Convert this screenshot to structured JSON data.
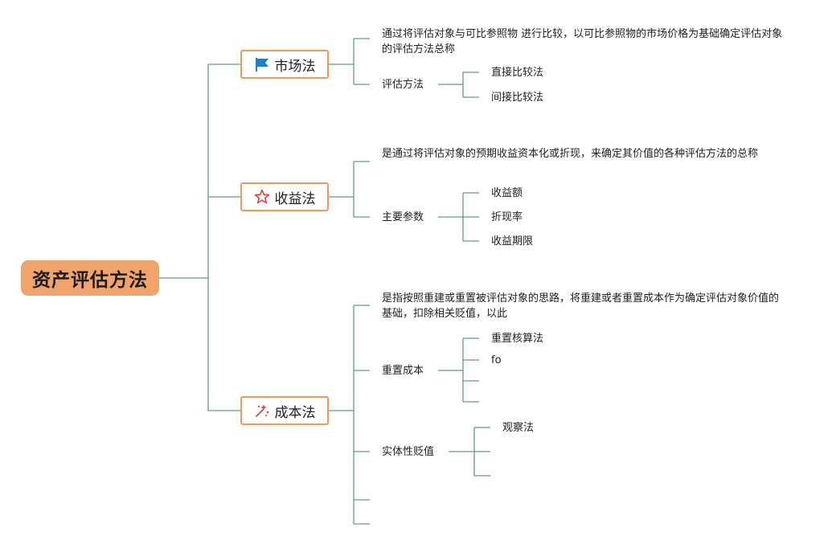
{
  "root": {
    "label": "资产评估方法"
  },
  "branches": {
    "market": {
      "label": "市场法",
      "icon": "flag-icon",
      "description": "通过将评估对象与可比参照物 进行比较，以可比参照物的市场价格为基础确定评估对象的评估方法总称",
      "sub_label": "评估方法",
      "children": [
        "直接比较法",
        "间接比较法"
      ]
    },
    "income": {
      "label": "收益法",
      "icon": "star-icon",
      "description": "是通过将评估对象的预期收益资本化或折现，来确定其价值的各种评估方法的总称",
      "sub_label": "主要参数",
      "children": [
        "收益额",
        "折现率",
        "收益期限"
      ]
    },
    "cost": {
      "label": "成本法",
      "icon": "sparkle-icon",
      "description": "是指按照重建或重置被评估对象的思路，将重建或者重置成本作为确定评估对象价值的基础，扣除相关贬值，以此",
      "replacement": {
        "label": "重置成本",
        "children": [
          "重置核算法",
          "fo",
          "",
          ""
        ]
      },
      "depreciation": {
        "label": "实体性贬值",
        "children": [
          "观察法",
          "",
          ""
        ]
      },
      "empty_children": [
        "",
        ""
      ]
    }
  },
  "colors": {
    "line": "#5e9a8e",
    "root_fill": "#f0a46a",
    "branch_border": "#ec9a5d",
    "flag_icon": "#1e7fd0",
    "star_icon": "#e0413a",
    "sparkle_icon": "#d8433a"
  }
}
